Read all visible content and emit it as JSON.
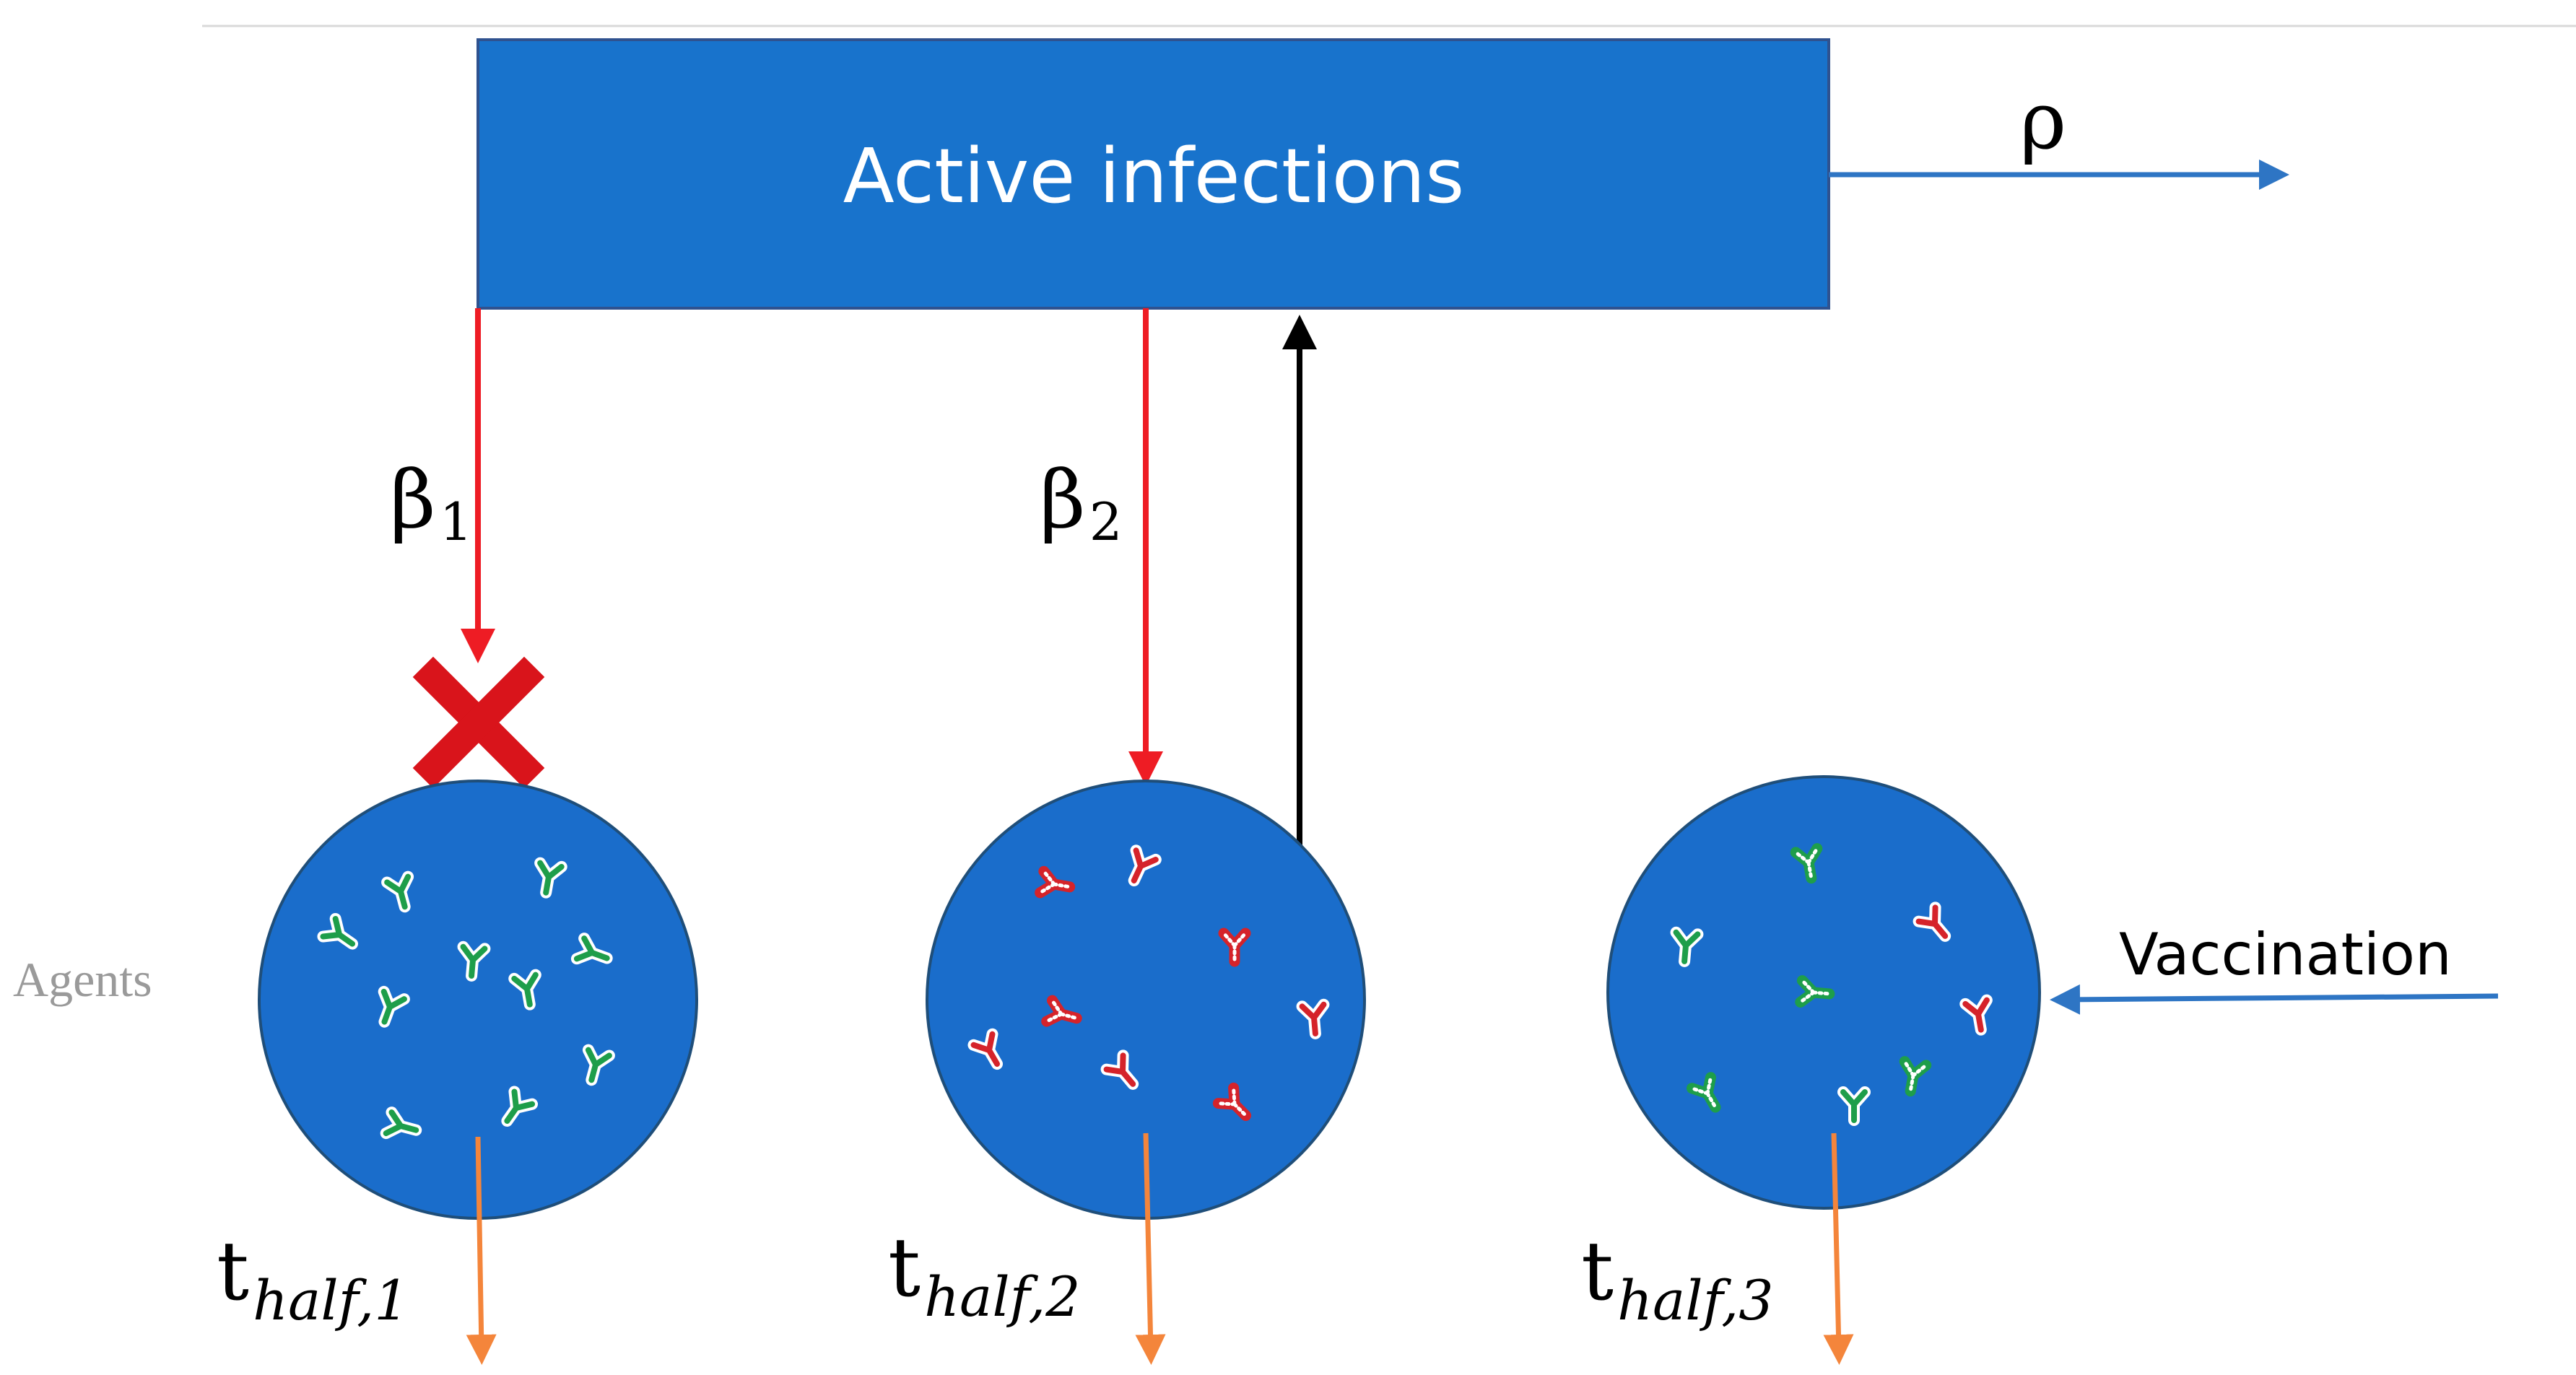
{
  "diagram": {
    "box_label": "Active infections",
    "rho_label": "ρ",
    "beta1": {
      "symbol": "β",
      "subscript": "1"
    },
    "beta2": {
      "symbol": "β",
      "subscript": "2"
    },
    "side_label": "Agents",
    "vaccination_label": "Vaccination",
    "thalf1": {
      "symbol": "t",
      "subscript": "half,1"
    },
    "thalf2": {
      "symbol": "t",
      "subscript": "half,2"
    },
    "thalf3": {
      "symbol": "t",
      "subscript": "half,3"
    }
  },
  "colors": {
    "box": "#1873CC",
    "circle": "#1A6DCB",
    "infection_arrow": "#EE1C24",
    "reinfection_arrow": "#000000",
    "blue_arrow": "#2E75C4",
    "decay_arrow": "#F4853B",
    "blocked_cross": "#D9141B",
    "antibody_green": "#1E9E4A",
    "antibody_red": "#D5232A",
    "guide_line": "#D9D9D9"
  }
}
